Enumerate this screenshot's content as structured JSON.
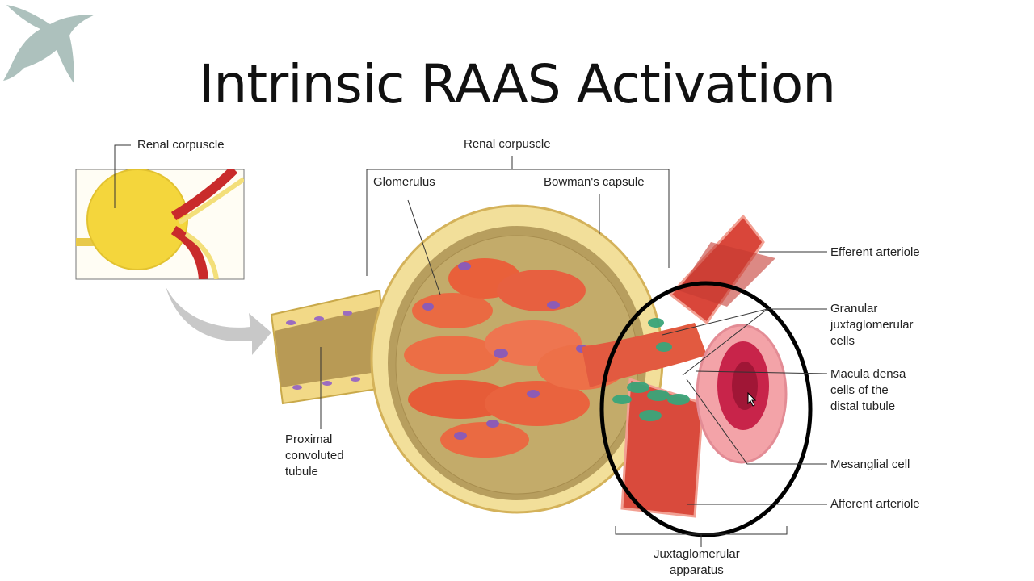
{
  "slide": {
    "title": "Intrinsic RAAS Activation"
  },
  "diagram": {
    "labels": {
      "inset_renal_corpuscle": "Renal corpuscle",
      "renal_corpuscle": "Renal corpuscle",
      "glomerulus": "Glomerulus",
      "bowmans_capsule": "Bowman's capsule",
      "efferent_arteriole": "Efferent arteriole",
      "granular_jg_cells": [
        "Granular",
        "juxtaglomerular",
        "cells"
      ],
      "macula_densa": [
        "Macula densa",
        "cells of the",
        "distal tubule"
      ],
      "mesangial_cell": "Mesanglial cell",
      "afferent_arteriole": "Afferent arteriole",
      "proximal_tubule": [
        "Proximal",
        "convoluted",
        "tubule"
      ],
      "jg_apparatus": [
        "Juxtaglomerular",
        "apparatus"
      ]
    }
  },
  "colors": {
    "circle": "#000000",
    "capsule_yellow": "#e8cf6a",
    "vessel_red": "#d8483a",
    "jg_green": "#3aa57a",
    "nucleus_purple": "#9b6cc0"
  }
}
